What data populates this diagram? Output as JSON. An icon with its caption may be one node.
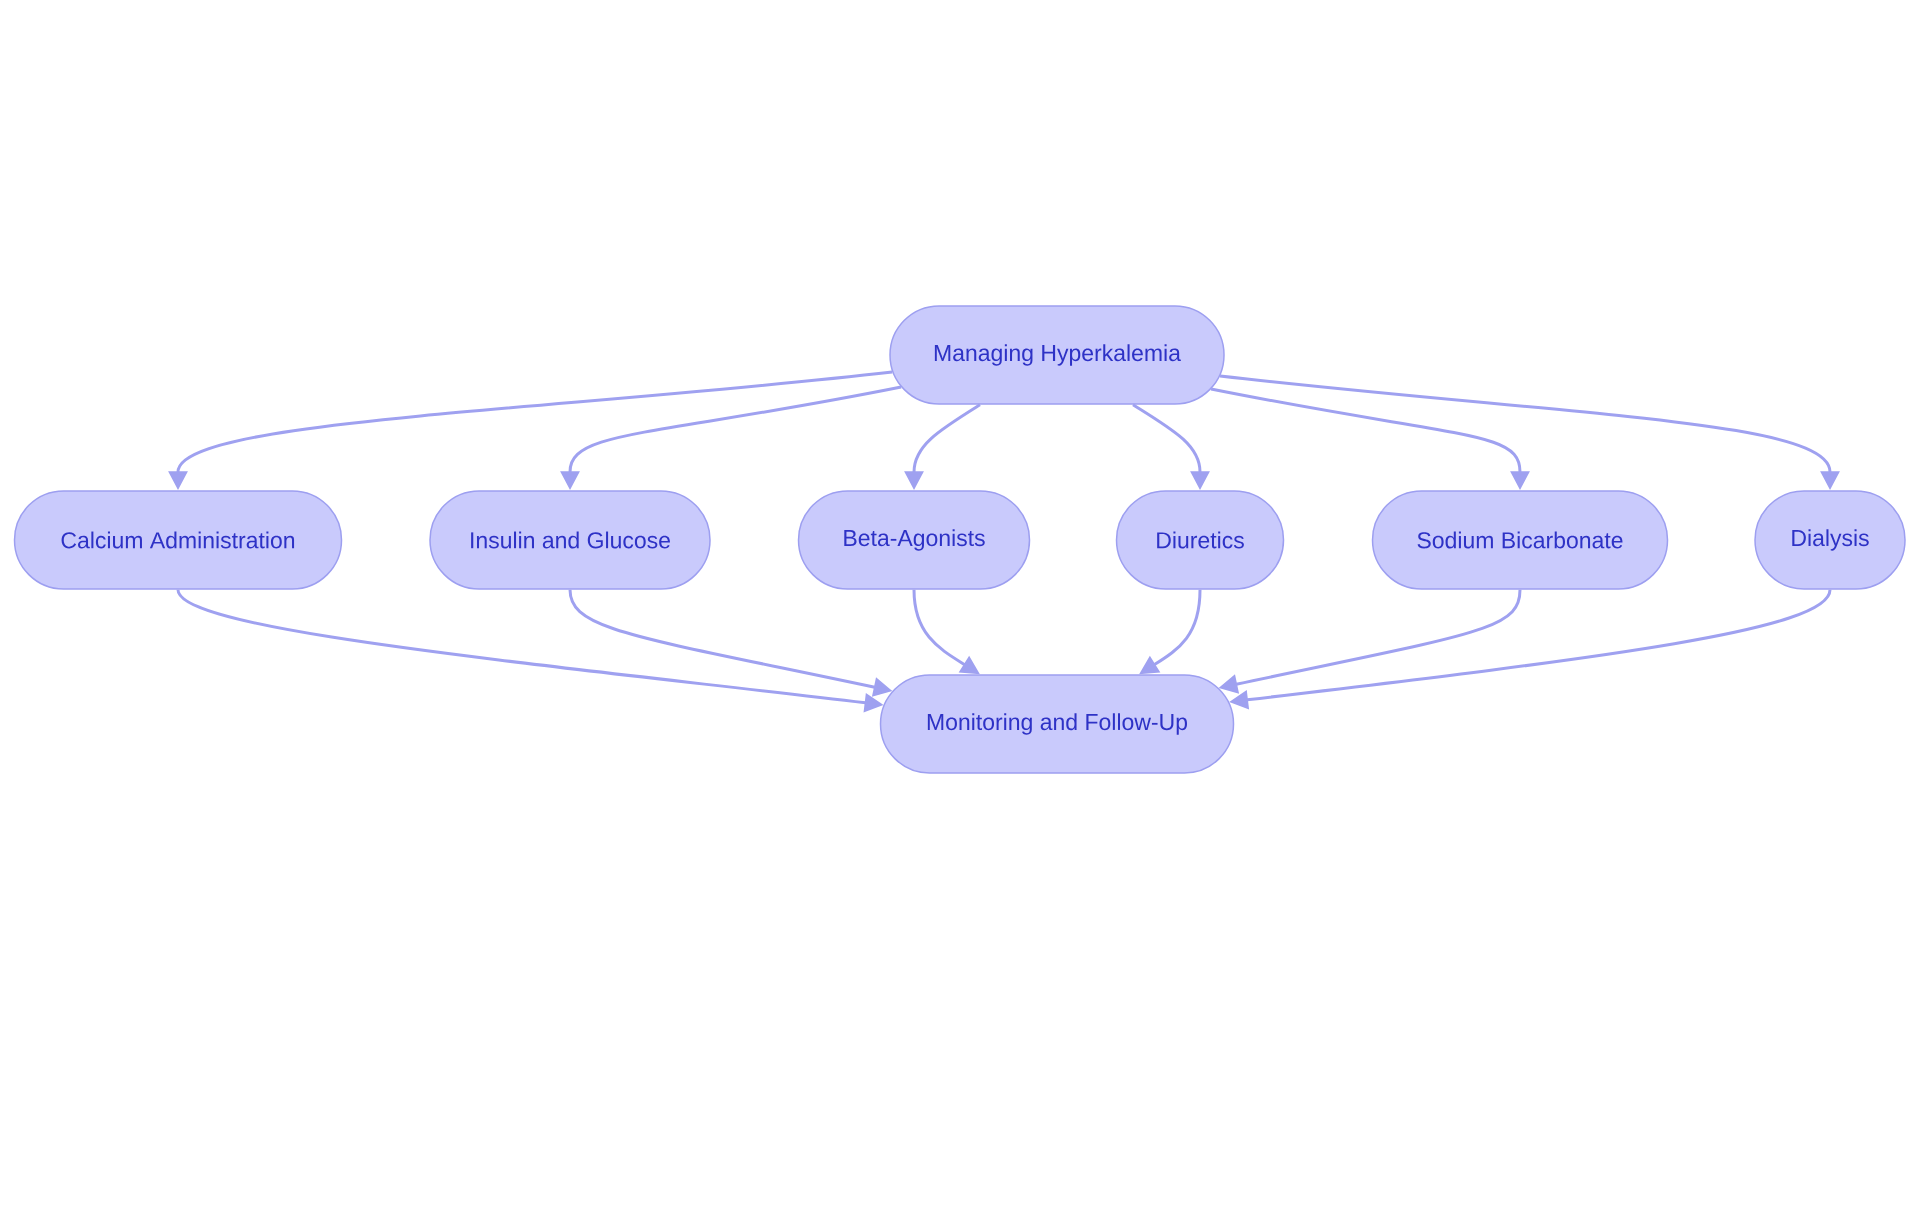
{
  "diagram": {
    "nodes": [
      {
        "text": [
          "Managing Hyperkalemia"
        ]
      },
      {
        "text": [
          "Calcium Administration"
        ]
      },
      {
        "text": [
          "Insulin and Glucose"
        ]
      },
      {
        "text": [
          "Beta-Agonists"
        ]
      },
      {
        "text": [
          "Diuretics"
        ]
      },
      {
        "text": [
          "Sodium Bicarbonate"
        ]
      },
      {
        "text": [
          "Dialysis"
        ]
      },
      {
        "text": [
          "Monitoring and Follow-Up"
        ]
      }
    ],
    "edges": [
      {
        "from": 0,
        "to": 1,
        "arrow": "to"
      },
      {
        "from": 0,
        "to": 2,
        "arrow": "to"
      },
      {
        "from": 0,
        "to": 3,
        "arrow": "to"
      },
      {
        "from": 0,
        "to": 4,
        "arrow": "to"
      },
      {
        "from": 0,
        "to": 5,
        "arrow": "to"
      },
      {
        "from": 0,
        "to": 6,
        "arrow": "to"
      },
      {
        "from": 1,
        "to": 7,
        "arrow": "to"
      },
      {
        "from": 2,
        "to": 7,
        "arrow": "to"
      },
      {
        "from": 3,
        "to": 7,
        "arrow": "to"
      },
      {
        "from": 4,
        "to": 7,
        "arrow": "to"
      },
      {
        "from": 5,
        "to": 7,
        "arrow": "to"
      },
      {
        "from": 6,
        "to": 7,
        "arrow": "to"
      }
    ]
  }
}
